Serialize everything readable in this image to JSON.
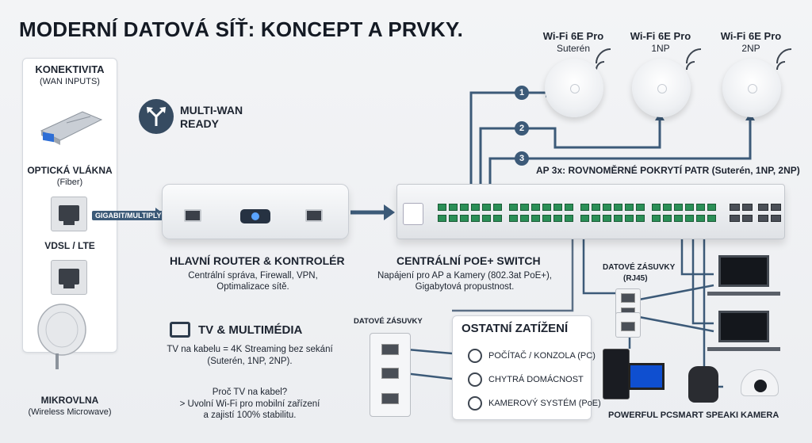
{
  "title": "MODERNÍ DATOVÁ SÍŤ: KONCEPT A PRVKY.",
  "connectivity": {
    "heading": "KONEKTIVITA",
    "subheading": "(WAN INPUTS)",
    "fiber_label": "OPTICKÁ VLÁKNA",
    "fiber_sub": "(Fiber)",
    "vdsl_label": "VDSL / LTE",
    "microwave_label": "MIKROVLNA",
    "microwave_sub": "(Wireless Microwave)",
    "cable_label": "GIGABIT/MULTIPLY"
  },
  "multiwan": {
    "line1": "MULTI-WAN",
    "line2": "READY"
  },
  "router": {
    "heading": "HLAVNÍ ROUTER & KONTROLÉR",
    "line1": "Centrální správa, Firewall, VPN,",
    "line2": "Optimalizace sítě."
  },
  "switch": {
    "heading": "CENTRÁLNÍ POE+ SWITCH",
    "line1": "Napájení pro AP a Kamery (802.3at PoE+),",
    "line2": "Gigabytová propustnost."
  },
  "access_points": [
    {
      "name": "Wi-Fi 6E Pro",
      "location": "Suterén",
      "badge": "1"
    },
    {
      "name": "Wi-Fi 6E Pro",
      "location": "1NP",
      "badge": "2"
    },
    {
      "name": "Wi-Fi 6E Pro",
      "location": "2NP",
      "badge": "3"
    }
  ],
  "ap_coverage": "AP 3x: ROVNOMĚRNÉ POKRYTÍ PATR (Suterén, 1NP, 2NP)",
  "tv": {
    "heading": "TV & MULTIMÉDIA",
    "line1": "TV na kabelu = 4K Streaming bez sekání",
    "line2": "(Suterén, 1NP, 2NP).",
    "line3": "Proč TV na kabel?",
    "line4": "> Uvolní Wi-Fi pro mobilní zařízení",
    "line5": "a zajistí 100% stabilitu."
  },
  "data_outlets_left": "DATOVÉ ZÁSUVKY",
  "data_outlets_right": {
    "line1": "DATOVÉ ZÁSUVKY",
    "line2": "(RJ45)"
  },
  "other_load": {
    "heading": "OSTATNÍ ZATÍŽENÍ",
    "items": [
      "POČÍTAČ / KONZOLA (PC)",
      "CHYTRÁ DOMÁCNOST",
      "KAMEROVÝ SYSTÉM (PoE)"
    ]
  },
  "devices": [
    "POWERFUL PC",
    "SMART SPEAKI",
    "KAMERA"
  ],
  "colors": {
    "cable": "#3c5a78",
    "accent_blue": "#2f6fd6",
    "port_green": "#2b8f57"
  }
}
